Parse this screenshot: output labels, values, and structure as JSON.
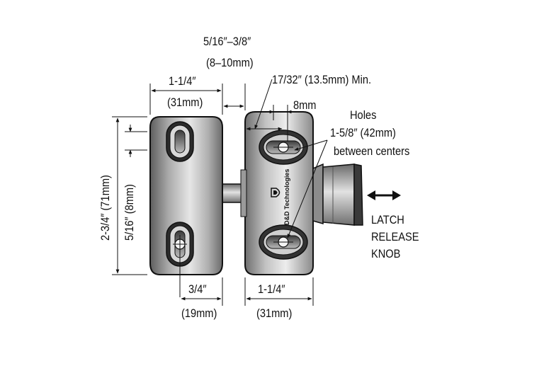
{
  "colors": {
    "body_light": "#e6e6e6",
    "body_mid": "#a9a9a9",
    "body_dark": "#5e5e5e",
    "outline": "#111111"
  },
  "dimensions": {
    "gap_top_line1": "5/16″–3/8″",
    "gap_top_line2": "(8–10mm)",
    "left_width_in": "1-1/4″",
    "left_width_mm": "(31mm)",
    "min_line": "17/32″ (13.5mm) Min.",
    "slot_offset": "8mm",
    "holes_line1": "Holes",
    "holes_line2": "1-5/8″ (42mm)",
    "holes_line3": "between centers",
    "height": "2-3/4″ (71mm)",
    "slot_left": "5/16″ (8mm)",
    "bottom_left_in": "3/4″",
    "bottom_left_mm": "(19mm)",
    "bottom_right_in": "1-1/4″",
    "bottom_right_mm": "(31mm)"
  },
  "latch": {
    "line1": "LATCH",
    "line2": "RELEASE",
    "line3": "KNOB"
  },
  "brand": {
    "name": "D&D Technologies"
  },
  "icons": {
    "latch_direction": "double-arrow-icon",
    "logo": "dd-logo-icon"
  }
}
